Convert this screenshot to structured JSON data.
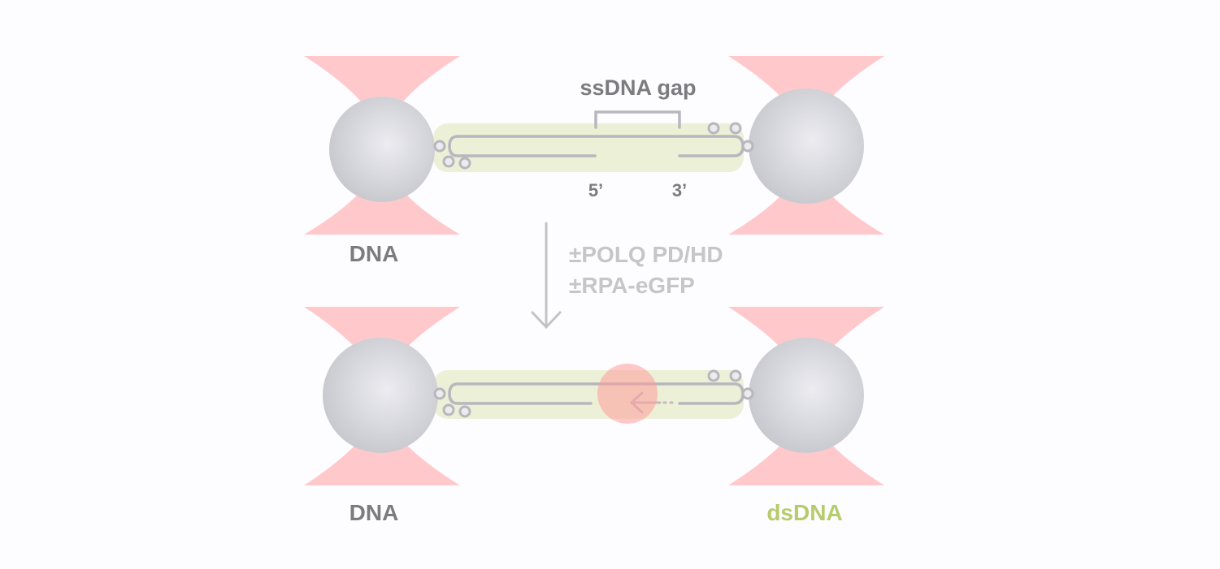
{
  "top_panel": {
    "gap_label": "ssDNA gap",
    "end_5_label": "5’",
    "end_3_label": "3’",
    "bottom_left_label": "DNA"
  },
  "conditions": {
    "line1": "±POLQ PD/HD",
    "line2": "±RPA-eGFP"
  },
  "bottom_panel": {
    "bottom_left_label": "DNA",
    "bottom_right_label": "dsDNA"
  },
  "colors": {
    "background": "#fdfcfe",
    "laser_cone": "#ffc8cb",
    "bead": "#c9cacf",
    "bead_highlight": "#e6e6ec",
    "dna_highlight": "#ebf0d6",
    "strand": "#b7b7bd",
    "label_dark": "#7b7b80",
    "label_light": "#c6c6ca",
    "dsdna_label": "#b5cc6c",
    "polymerase": "#ff9c9c"
  }
}
